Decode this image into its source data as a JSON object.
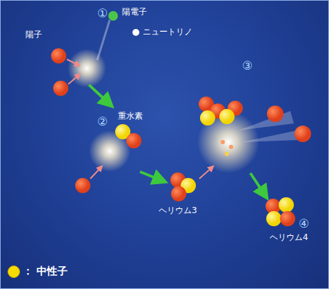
{
  "diagram": {
    "labels": [
      "①",
      "陽電子",
      "陽子",
      "ニュートリノ",
      "重水素",
      "③",
      "②",
      "ヘリウム3",
      "④",
      "ヘリウム4"
    ],
    "legend": [
      {
        "text": "： 中性子",
        "color": "#f7dc00"
      }
    ]
  }
}
